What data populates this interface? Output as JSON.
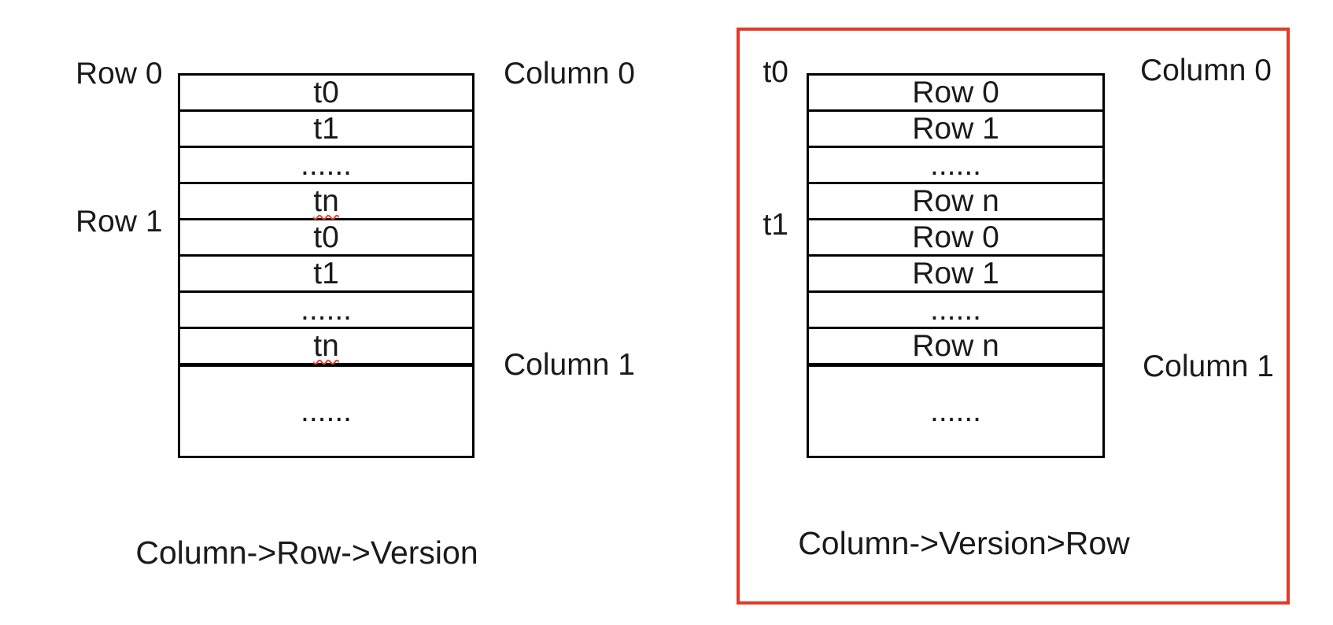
{
  "left_diagram": {
    "outer_labels": {
      "top_left": "Row 0",
      "mid_left": "Row 1",
      "top_right": "Column 0",
      "bottom_right": "Column 1"
    },
    "cells": [
      "t0",
      "t1",
      "......",
      "tn",
      "t0",
      "t1",
      "......",
      "tn",
      "......"
    ],
    "caption": "Column->Row->Version"
  },
  "right_diagram": {
    "outer_labels": {
      "top_left": "t0",
      "mid_left": "t1",
      "top_right": "Column 0",
      "bottom_right": "Column 1"
    },
    "cells": [
      "Row 0",
      "Row 1",
      "......",
      "Row n",
      "Row 0",
      "Row 1",
      "......",
      "Row n",
      "......"
    ],
    "caption": "Column->Version>Row"
  },
  "colors": {
    "highlight_box": "#e23a26",
    "squiggle": "#f0432f",
    "table_line": "#000000",
    "text": "#1a1a1a"
  }
}
